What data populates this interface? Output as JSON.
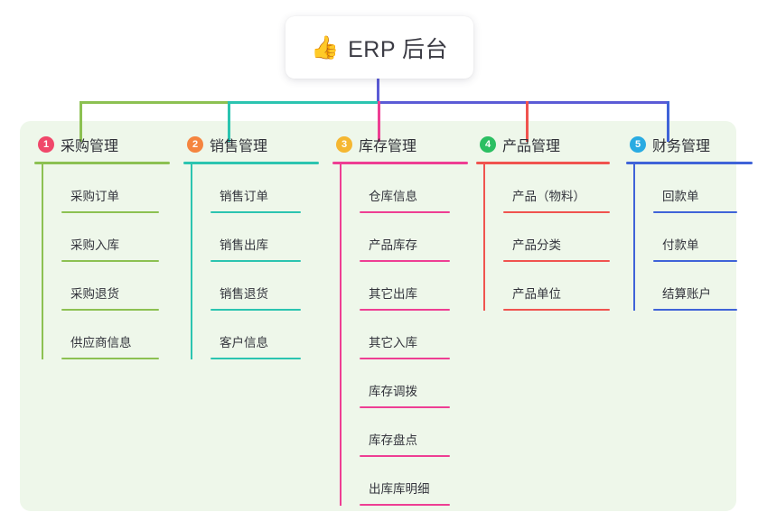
{
  "root": {
    "icon": "thumbs-up-icon",
    "emoji": "👍",
    "title": "ERP 后台"
  },
  "panel": {
    "background_color": "#EEF7EA"
  },
  "trunk_color": "#5B5BD6",
  "columns": [
    {
      "index": "1",
      "title": "采购管理",
      "badge_color": "#F0476A",
      "line_color": "#8CC152",
      "items": [
        {
          "label": "采购订单"
        },
        {
          "label": "采购入库"
        },
        {
          "label": "采购退货"
        },
        {
          "label": "供应商信息"
        }
      ]
    },
    {
      "index": "2",
      "title": "销售管理",
      "badge_color": "#F5853F",
      "line_color": "#2BC4B0",
      "items": [
        {
          "label": "销售订单"
        },
        {
          "label": "销售出库"
        },
        {
          "label": "销售退货"
        },
        {
          "label": "客户信息"
        }
      ]
    },
    {
      "index": "3",
      "title": "库存管理",
      "badge_color": "#F5B731",
      "line_color": "#EE3E93",
      "items": [
        {
          "label": "仓库信息"
        },
        {
          "label": "产品库存"
        },
        {
          "label": "其它出库"
        },
        {
          "label": "其它入库"
        },
        {
          "label": "库存调拨"
        },
        {
          "label": "库存盘点"
        },
        {
          "label": "出库库明细"
        }
      ]
    },
    {
      "index": "4",
      "title": "产品管理",
      "badge_color": "#2BBF62",
      "line_color": "#F0534F",
      "items": [
        {
          "label": "产品（物料）"
        },
        {
          "label": "产品分类"
        },
        {
          "label": "产品单位"
        }
      ]
    },
    {
      "index": "5",
      "title": "财务管理",
      "badge_color": "#29ABE2",
      "line_color": "#3F63D8",
      "items": [
        {
          "label": "回款单"
        },
        {
          "label": "付款单"
        },
        {
          "label": "结算账户"
        }
      ]
    }
  ]
}
